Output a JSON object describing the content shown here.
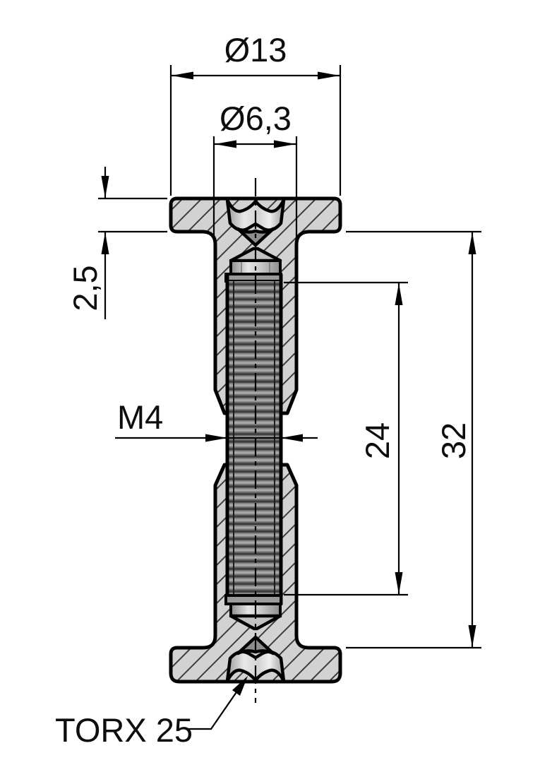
{
  "drawing": {
    "kind": "technical-drawing-cross-section",
    "labels": {
      "head_diameter": "Ø13",
      "drive_bore_diameter": "Ø6,3",
      "head_height": "2,5",
      "thread_size": "M4",
      "thread_length": "24",
      "overall_length": "32",
      "drive_type": "TORX 25"
    },
    "colors": {
      "background": "#ffffff",
      "outline": "#000000",
      "body_fill": "#d2d2d2",
      "hatch_line": "#3c3c3c",
      "thread_dark": "#2f2f2f",
      "thread_light": "#b2b2b2",
      "recess_shade": "#8d8d8d",
      "dimension_line": "#000000"
    }
  }
}
